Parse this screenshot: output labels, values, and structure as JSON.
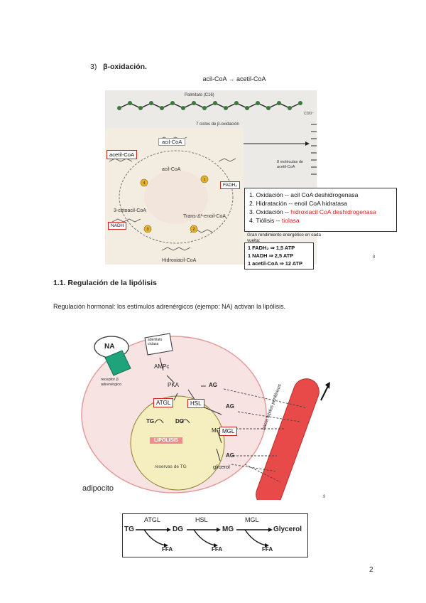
{
  "section": {
    "number": "3)",
    "title": "β-oxidación."
  },
  "equation": "acil-CoA → acetil-CoA",
  "fig1": {
    "top_label": "Palmitato (C16)",
    "coop": "COO⁻",
    "cycles": "7 ciclos de β-oxidación",
    "molecules": "8 moléculas de acetil-CoA",
    "labels": {
      "acil_coa_top": "acil-CoA",
      "acetil_coa": "acetil-CoA",
      "acil_coa_mid": "acil-CoA",
      "fadh2": "FADH₂",
      "hydroxy": "3-cetoacil-CoA",
      "trans": "Trans-Δ²-enoil-CoA",
      "nadh": "NADH",
      "hidroxiacil": "Hidroxiacil-CoA"
    },
    "steps": [
      {
        "num": "1.",
        "type": "Oxidación",
        "sep": "--",
        "enzyme": "acil CoA deshidrogenasa",
        "red": false
      },
      {
        "num": "2.",
        "type": "Hidratación",
        "sep": "--",
        "enzyme": "enoil CoA hidratasa",
        "red": false
      },
      {
        "num": "3.",
        "type": "Oxidación",
        "sep": "--",
        "enzyme": "hidroxiacil CoA deshidrogenasa",
        "red": true
      },
      {
        "num": "4.",
        "type": "Tiólisis",
        "sep": "--",
        "enzyme": "tiolasa",
        "red": true
      }
    ],
    "yield_caption": "Gran rendimiento energético en cada vuelta:",
    "yields": [
      "1 FADH₂ ⇒ 1,5 ATP",
      "1 NADH ⇒ 2,5 ATP",
      "1 acetil-CoA ⇒ 12 ATP"
    ],
    "ref": "8"
  },
  "subsection": {
    "title": "1.1. Regulación de la lipólisis"
  },
  "paragraph": "Regulación hormonal: los estímulos adrenérgicos (ejempo: NA) activan la lipólisis.",
  "fig2": {
    "na": "NA",
    "adenylate": "adenilato ciclasa",
    "receptor": "receptor β adrenérgico",
    "ampc": "AMPc",
    "pka": "PKA",
    "atgl": "ATGL",
    "hsl": "HSL",
    "mgl": "MGL",
    "tg": "TG",
    "dg": "DG",
    "mg": "MG",
    "ag1": "AG",
    "ag2": "AG",
    "ag3": "AG",
    "lipolisis": "LIPÓLISIS",
    "reservas": "reservas de TG",
    "glicerol": "glicerol",
    "vessel": "hacia tejidos periféricos",
    "adipocito": "adipocito",
    "ref": "9"
  },
  "fig3": {
    "tg": "TG",
    "dg": "DG",
    "mg": "MG",
    "glycerol": "Glycerol",
    "atgl": "ATGL",
    "hsl": "HSL",
    "mgl": "MGL",
    "ffa1": "FFA",
    "ffa2": "FFA",
    "ffa3": "FFA"
  },
  "page_number": "2",
  "colors": {
    "red": "#d0221c",
    "green": "#1fa37a",
    "pink": "#f7e3e3",
    "yellow": "#f5efc0",
    "vessel": "#e84a4a"
  }
}
